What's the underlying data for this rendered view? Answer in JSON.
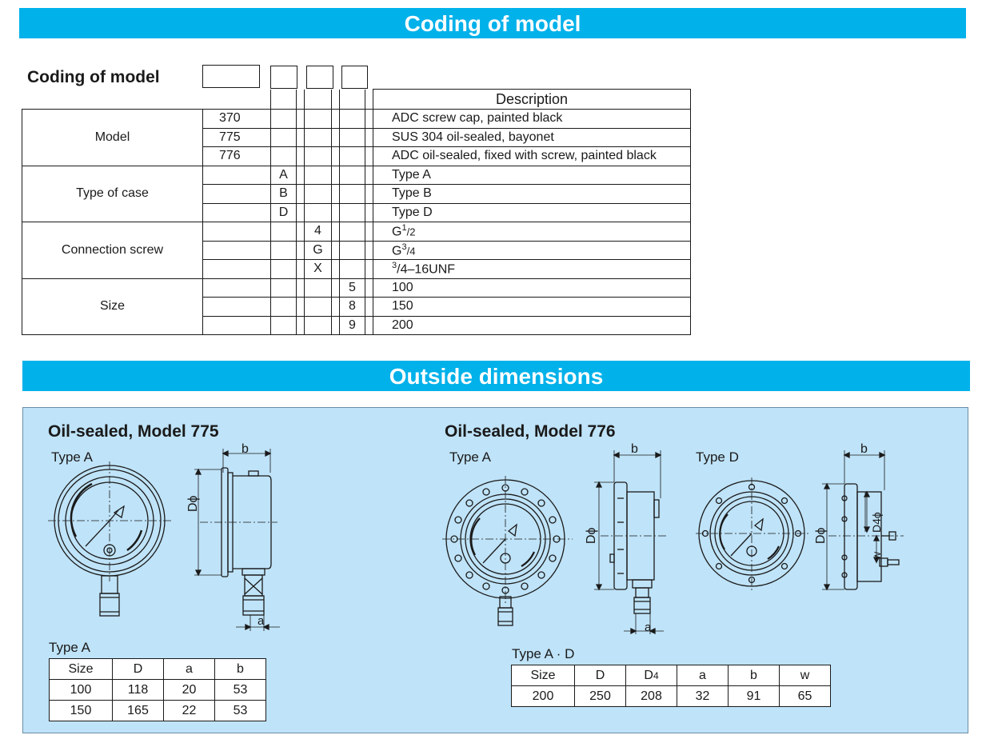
{
  "banners": {
    "coding": "Coding of model",
    "outside": "Outside dimensions"
  },
  "coding": {
    "title": "Coding of model",
    "description_header": "Description",
    "groups": [
      {
        "name": "Model",
        "rows": [
          {
            "code": "370",
            "desc": "ADC screw cap, painted black"
          },
          {
            "code": "775",
            "desc": "SUS 304 oil-sealed, bayonet"
          },
          {
            "code": "776",
            "desc": "ADC oil-sealed, fixed with screw, painted black"
          }
        ]
      },
      {
        "name": "Type of case",
        "rows": [
          {
            "code": "A",
            "desc": "Type A"
          },
          {
            "code": "B",
            "desc": "Type B"
          },
          {
            "code": "D",
            "desc": "Type D"
          }
        ]
      },
      {
        "name": "Connection screw",
        "rows": [
          {
            "code": "4",
            "desc_main": "G",
            "desc_sup": "1",
            "desc_sub": "/2",
            "desc": "G1/2"
          },
          {
            "code": "G",
            "desc_main": "G",
            "desc_sup": "3",
            "desc_sub": "/4",
            "desc": "G3/4"
          },
          {
            "code": "X",
            "desc": "3/4–16UNF",
            "desc_sup": "3",
            "desc_rest": "/4–16UNF"
          }
        ]
      },
      {
        "name": "Size",
        "rows": [
          {
            "code": "5",
            "desc": "100"
          },
          {
            "code": "8",
            "desc": "150"
          },
          {
            "code": "9",
            "desc": "200"
          }
        ]
      }
    ]
  },
  "dims": {
    "left": {
      "title": "Oil-sealed, Model 775",
      "type_label": "Type A",
      "table_label": "Type A",
      "headers": [
        "Size",
        "D",
        "a",
        "b"
      ],
      "rows": [
        [
          "100",
          "118",
          "20",
          "53"
        ],
        [
          "150",
          "165",
          "22",
          "53"
        ]
      ],
      "drawing_labels": {
        "b": "b",
        "d": "Dϕ",
        "a": "a"
      }
    },
    "right": {
      "title": "Oil-sealed, Model 776",
      "type_a_label": "Type A",
      "type_d_label": "Type D",
      "table_label": "Type A · D",
      "headers": [
        "Size",
        "D",
        "D4",
        "a",
        "b",
        "w"
      ],
      "rows": [
        [
          "200",
          "250",
          "208",
          "32",
          "91",
          "65"
        ]
      ],
      "drawing_labels": {
        "b": "b",
        "d": "Dϕ",
        "a": "a",
        "d4": "D4ϕ",
        "w": "w"
      }
    }
  }
}
